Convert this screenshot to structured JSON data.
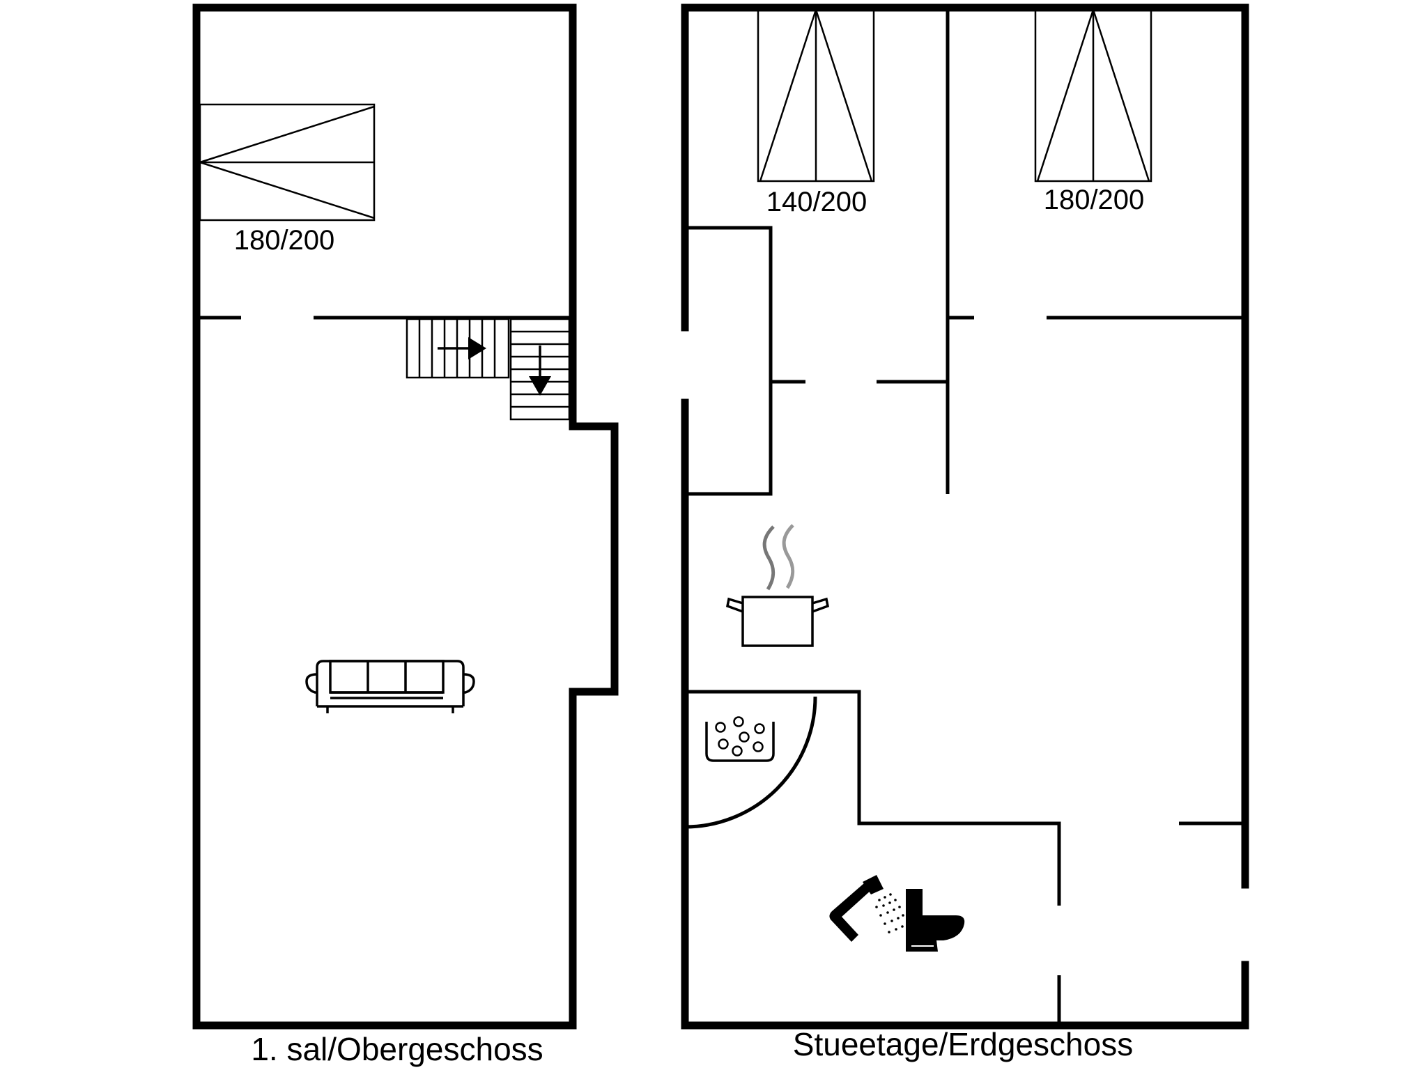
{
  "upper_floor": {
    "caption": "1. sal/Obergeschoss",
    "bed_label": "180/200"
  },
  "ground_floor": {
    "caption": "Stueetage/Erdgeschoss",
    "bed_left_label": "140/200",
    "bed_right_label": "180/200"
  }
}
